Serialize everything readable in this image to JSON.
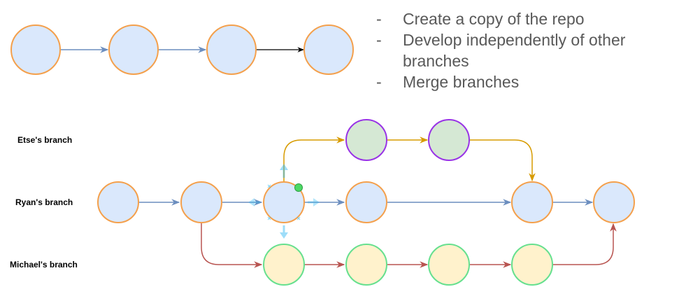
{
  "bullets": [
    {
      "marker": "-",
      "text": "Create a copy of the repo"
    },
    {
      "marker": "-",
      "text": "Develop independently of other branches"
    },
    {
      "marker": "-",
      "text": "Merge branches"
    }
  ],
  "branches": {
    "etse": "Etse's  branch",
    "ryan": "Ryan's  branch",
    "michael": "Michael's  branch"
  },
  "colors": {
    "main_fill": "#dae8fc",
    "main_stroke": "#f4a04c",
    "etse_fill": "#d5e8d4",
    "etse_stroke": "#9933e6",
    "michael_fill": "#fff2cc",
    "michael_stroke": "#66e08f",
    "arrow_blue": "#6c8ebf",
    "arrow_orange": "#d79b00",
    "arrow_red": "#b85450",
    "arrow_black": "#000000",
    "selection_handle": "#4cd964"
  }
}
